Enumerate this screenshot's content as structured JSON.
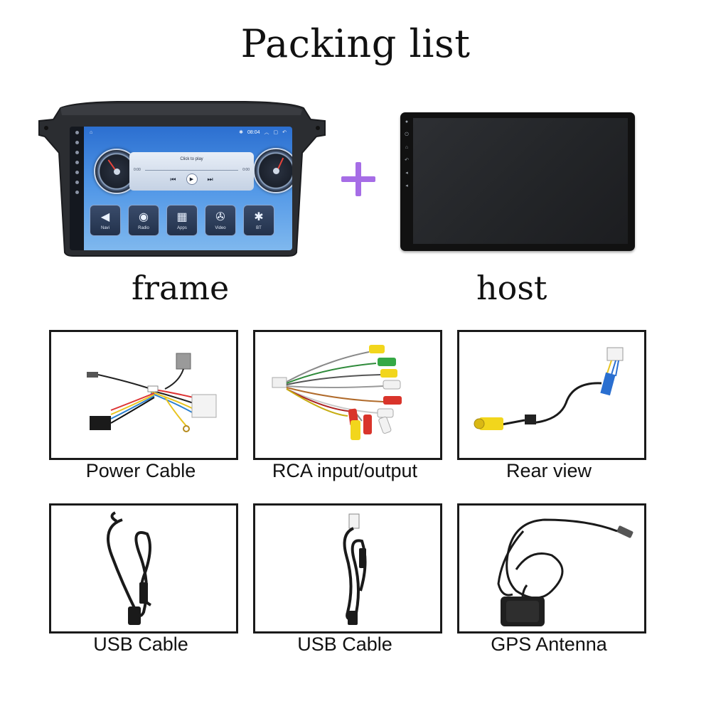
{
  "title": "Packing list",
  "units": {
    "frame_label": "frame",
    "host_label": "host"
  },
  "head_unit_screen": {
    "time": "08:04",
    "media_text": "Click to play",
    "elapsed": "0:00",
    "duration": "0:00",
    "apps": [
      {
        "label": "Navi",
        "icon": "navigation-arrow-icon"
      },
      {
        "label": "Radio",
        "icon": "radio-knob-icon"
      },
      {
        "label": "Apps",
        "icon": "apps-grid-icon"
      },
      {
        "label": "Video",
        "icon": "film-reel-icon"
      },
      {
        "label": "BT",
        "icon": "bluetooth-icon"
      }
    ]
  },
  "accessories": [
    {
      "label": "Power Cable",
      "icon": "wire-harness-image"
    },
    {
      "label": "RCA input/output",
      "icon": "rca-cable-image"
    },
    {
      "label": "Rear view",
      "icon": "camera-cable-image"
    },
    {
      "label": "USB Cable",
      "icon": "usb-cable-image"
    },
    {
      "label": "USB Cable",
      "icon": "usb-cable-image"
    },
    {
      "label": "GPS Antenna",
      "icon": "gps-antenna-image"
    }
  ],
  "colors": {
    "plus": "#a66de6",
    "rca_yellow": "#f2d61c",
    "rca_red": "#d9342b",
    "rca_white": "#f2f2f2",
    "rca_green": "#35a845"
  }
}
